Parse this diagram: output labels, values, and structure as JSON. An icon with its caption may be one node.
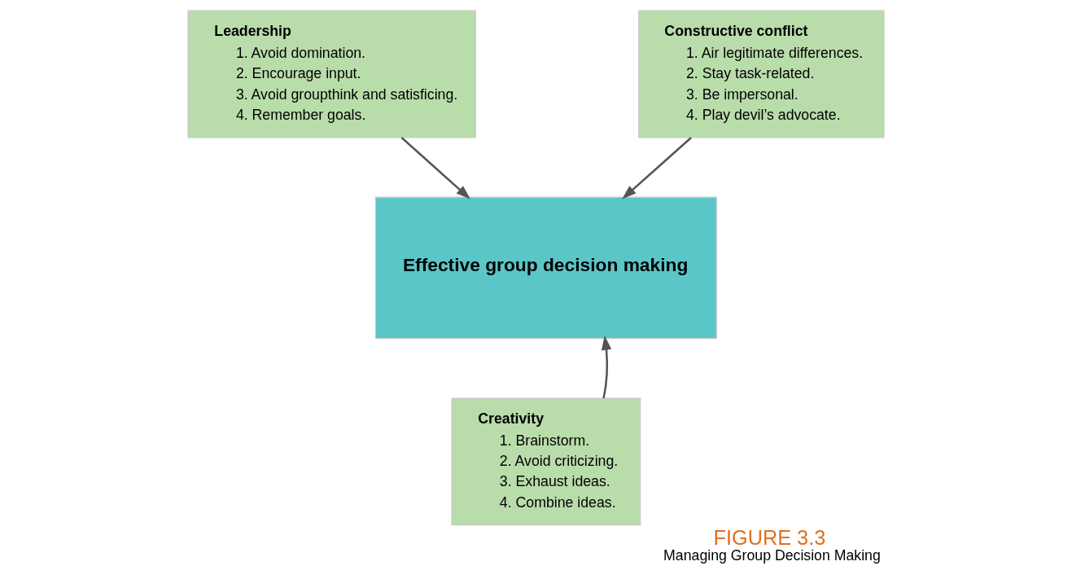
{
  "diagram": {
    "title": "FIGURE 3.3",
    "caption": "Managing Group Decision Making",
    "nodes": [
      {
        "text": [
          "Leadership",
          "1. Avoid domination.",
          "2. Encourage input.",
          "3. Avoid groupthink and satisficing.",
          "4. Remember goals."
        ]
      },
      {
        "text": [
          "Constructive conflict",
          "1. Air legitimate differences.",
          "2. Stay task-related.",
          "3. Be impersonal.",
          "4. Play devil’s advocate."
        ]
      },
      {
        "text": [
          "Effective group decision making"
        ]
      },
      {
        "text": [
          "Creativity",
          "1. Brainstorm.",
          "2. Avoid criticizing.",
          "3. Exhaust ideas.",
          "4. Combine ideas."
        ]
      }
    ],
    "edges": [
      {
        "from": 0,
        "to": 2,
        "arrow": "to"
      },
      {
        "from": 1,
        "to": 2,
        "arrow": "to"
      },
      {
        "from": 3,
        "to": 2,
        "arrow": "to"
      }
    ]
  }
}
